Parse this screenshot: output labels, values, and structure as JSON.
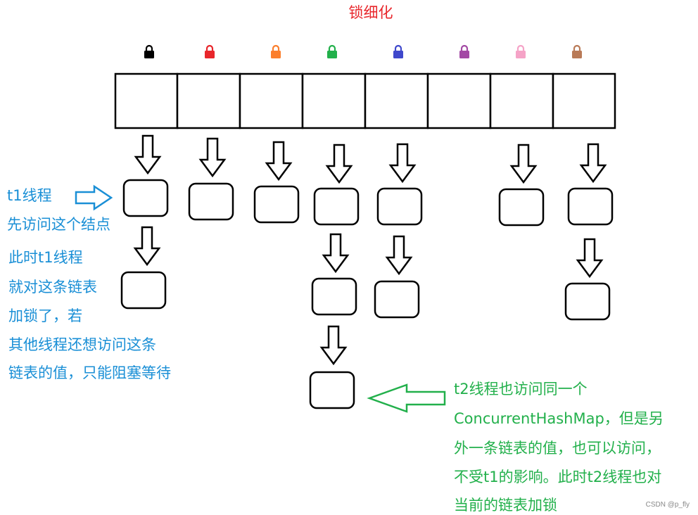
{
  "title": "锁细化",
  "lock_colors": [
    "#000000",
    "#e8262b",
    "#fb7e2c",
    "#22b04b",
    "#3f48cc",
    "#a349a4",
    "#f5a3c7",
    "#b97a57"
  ],
  "t1_label": "t1线程",
  "t1_note": [
    "先访问这个结点"
  ],
  "t1_lock_note": [
    "此时t1线程",
    "就对这条链表",
    "加锁了，若",
    "其他线程还想访问这条",
    "链表的值，只能阻塞等待"
  ],
  "t2_note": [
    "t2线程也访问同一个",
    "ConcurrentHashMap，但是另",
    "外一条链表的值，也可以访问，",
    "不受t1的影响。此时t2线程也对",
    "当前的链表加锁"
  ],
  "watermark": "CSDN @p_fly"
}
